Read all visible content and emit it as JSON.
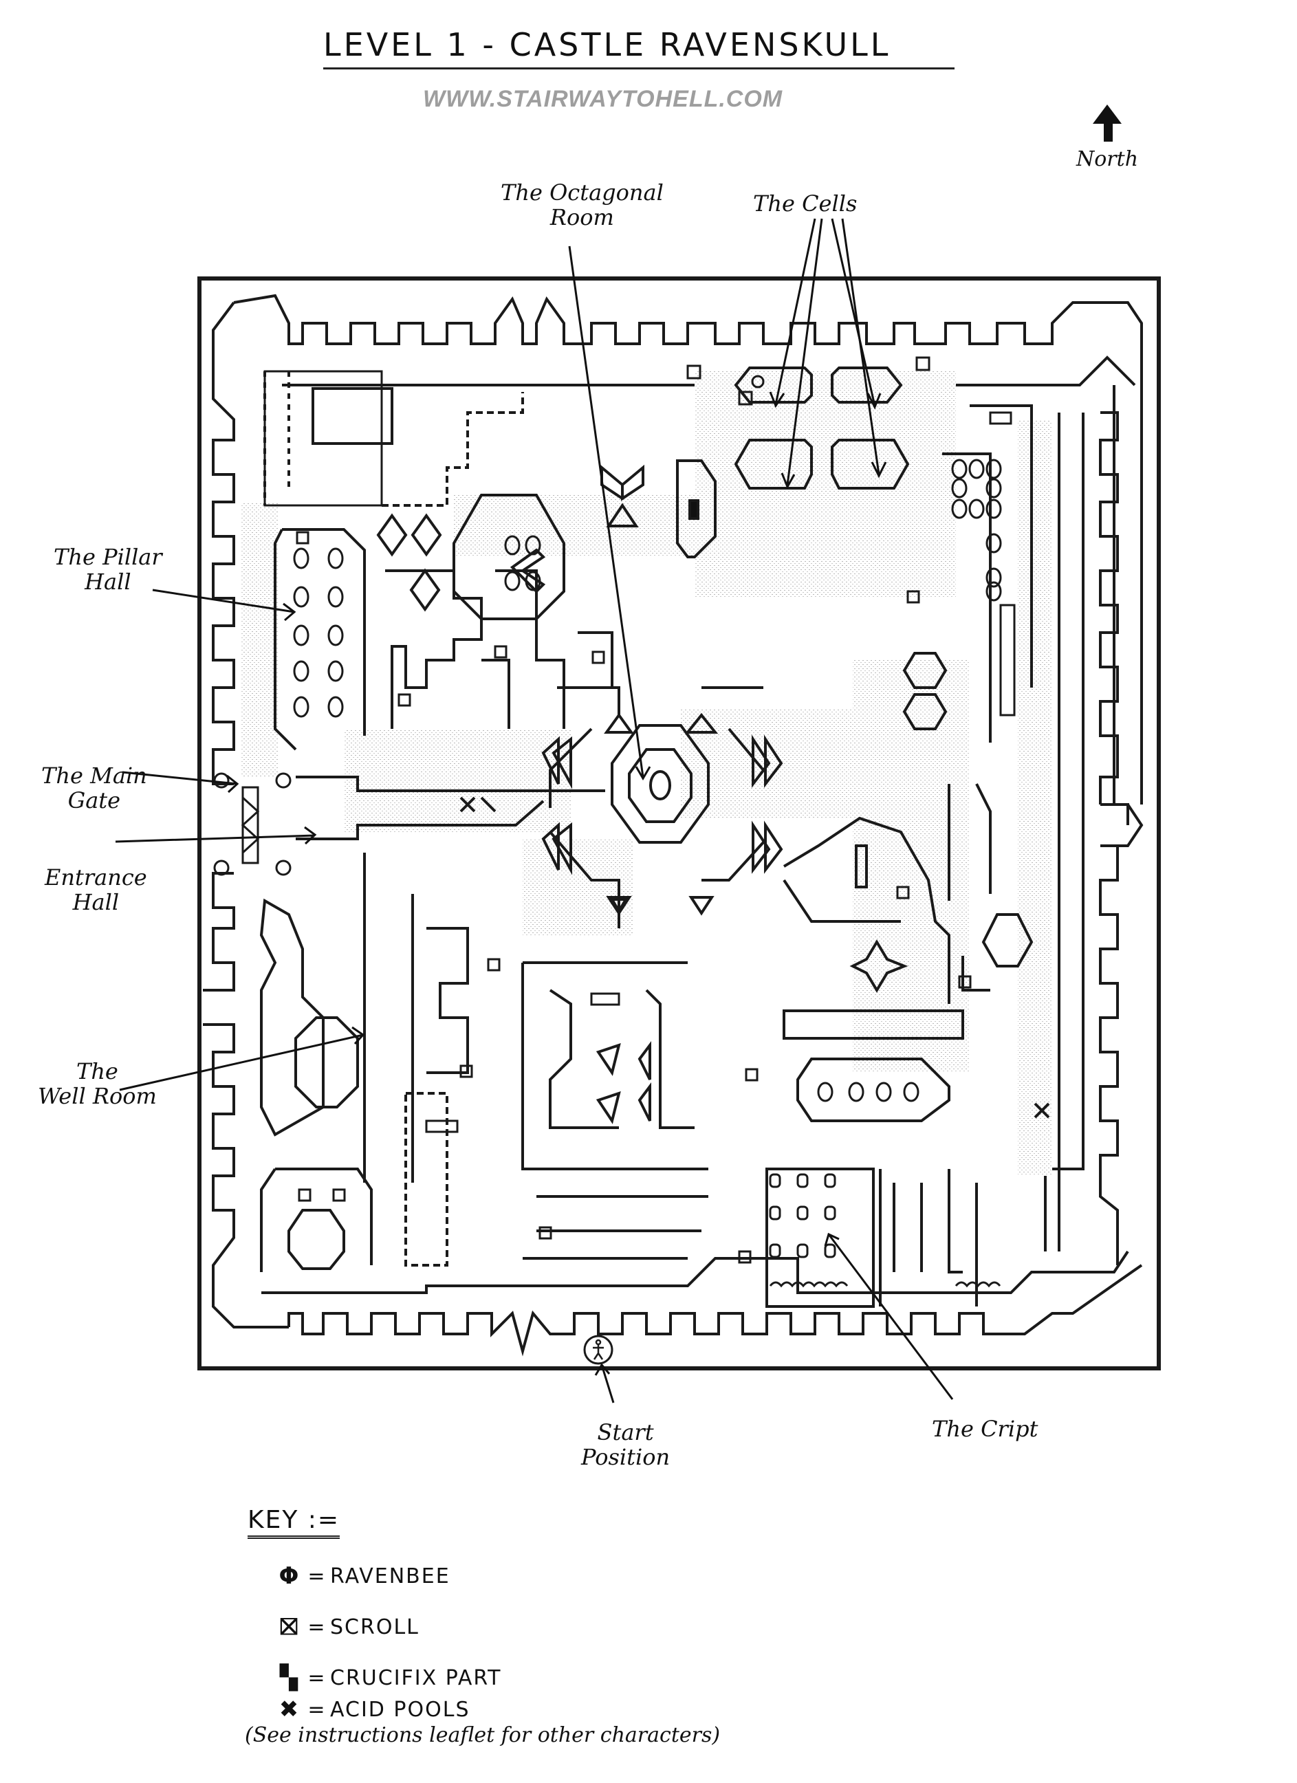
{
  "header": {
    "title": "LEVEL 1 - CASTLE RAVENSKULL",
    "website": "WWW.STAIRWAYTOHELL.COM",
    "compass_label": "North",
    "compass_icon": "north-arrow-icon"
  },
  "map": {
    "labels": {
      "octagonal_room": [
        "The Octagonal",
        "Room"
      ],
      "cells": "The Cells",
      "pillar_hall": [
        "The Pillar",
        "Hall"
      ],
      "main_gate": [
        "The Main",
        "Gate"
      ],
      "entrance_hall": [
        "Entrance",
        "Hall"
      ],
      "well_room": [
        "The",
        "Well Room"
      ],
      "start_position": [
        "Start",
        "Position"
      ],
      "crypt": "The Cript"
    }
  },
  "key": {
    "title": "KEY :=",
    "items": [
      {
        "symbol": "Φ",
        "icon": "ravenbee-icon",
        "label": "RAVENBEE"
      },
      {
        "symbol": "⛝",
        "icon": "scroll-icon",
        "label": "SCROLL"
      },
      {
        "symbol": "▚",
        "icon": "crucifix-part-icon",
        "label": "CRUCIFIX PART"
      },
      {
        "symbol": "✖",
        "icon": "acid-pools-icon",
        "label": "ACID POOLS"
      }
    ],
    "note": "(See instructions leaflet for other characters)"
  }
}
